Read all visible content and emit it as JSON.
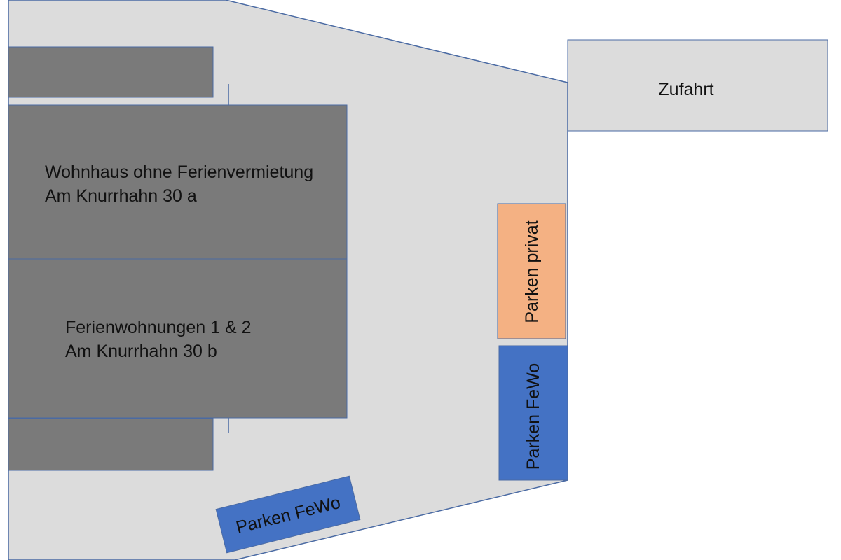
{
  "colors": {
    "background": "#ffffff",
    "plot_area": "#dcdcdc",
    "outline": "#4a6aa3",
    "building": "#7a7a7a",
    "access_box": "#dcdcdc",
    "parking_private": "#f4b183",
    "parking_fewo": "#4472c4"
  },
  "labels": {
    "house_main_line1": "Wohnhaus ohne Ferienvermietung",
    "house_main_line2": "Am Knurrhahn 30 a",
    "holiday_line1": "Ferienwohnungen 1 & 2",
    "holiday_line2": "Am Knurrhahn 30 b",
    "access": "Zufahrt",
    "parking_private": "Parken privat",
    "parking_fewo_side": "Parken FeWo",
    "parking_fewo_bottom": "Parken FeWo"
  }
}
